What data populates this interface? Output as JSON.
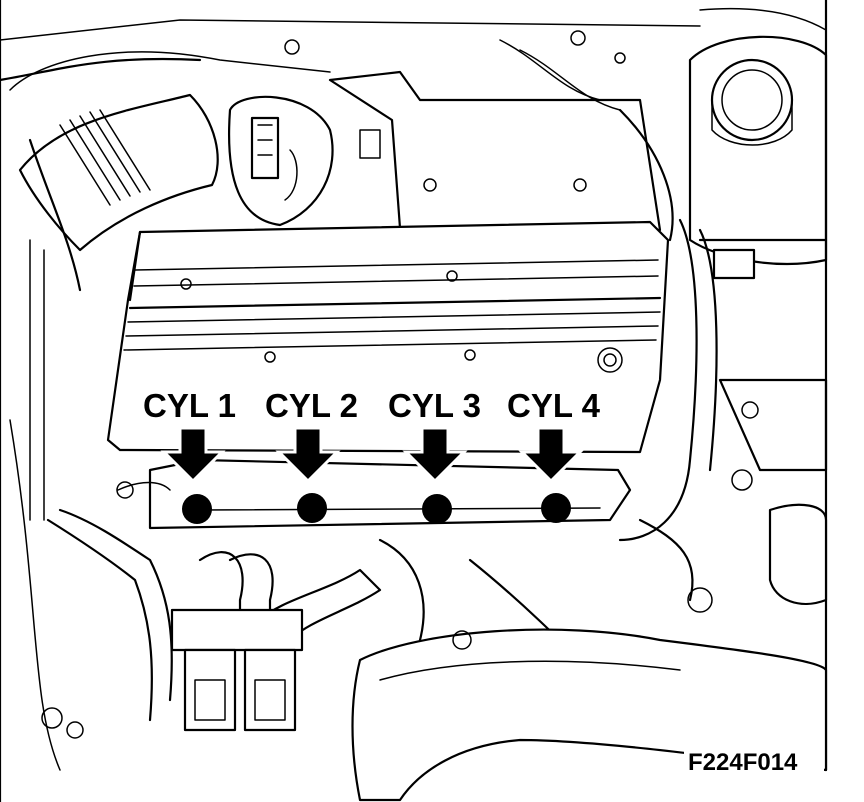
{
  "labels": {
    "cyl1": "CYL 1",
    "cyl2": "CYL 2",
    "cyl3": "CYL 3",
    "cyl4": "CYL 4"
  },
  "figure_code": "F224F014",
  "colors": {
    "line": "#000000",
    "background": "#ffffff"
  }
}
